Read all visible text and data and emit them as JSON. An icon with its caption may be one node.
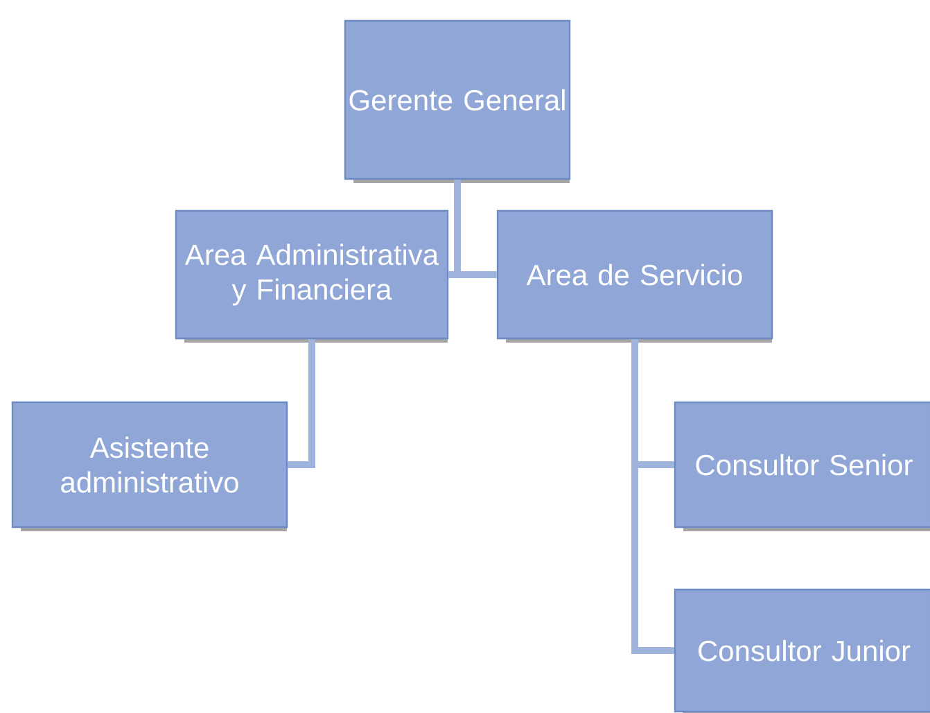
{
  "diagram": {
    "nodes": [
      {
        "text": [
          "Gerente General"
        ]
      },
      {
        "text": [
          "Area Administrativa y Financiera"
        ]
      },
      {
        "text": [
          "Area de Servicio"
        ]
      },
      {
        "text": [
          "Asistente administrativo"
        ]
      },
      {
        "text": [
          "Consultor Senior"
        ]
      },
      {
        "text": [
          "Consultor Junior"
        ]
      }
    ],
    "edges": [
      {
        "from": 0,
        "to": 1,
        "arrow": "none"
      },
      {
        "from": 0,
        "to": 2,
        "arrow": "none"
      },
      {
        "from": 1,
        "to": 3,
        "arrow": "none"
      },
      {
        "from": 2,
        "to": 4,
        "arrow": "none"
      },
      {
        "from": 2,
        "to": 5,
        "arrow": "none"
      }
    ]
  }
}
